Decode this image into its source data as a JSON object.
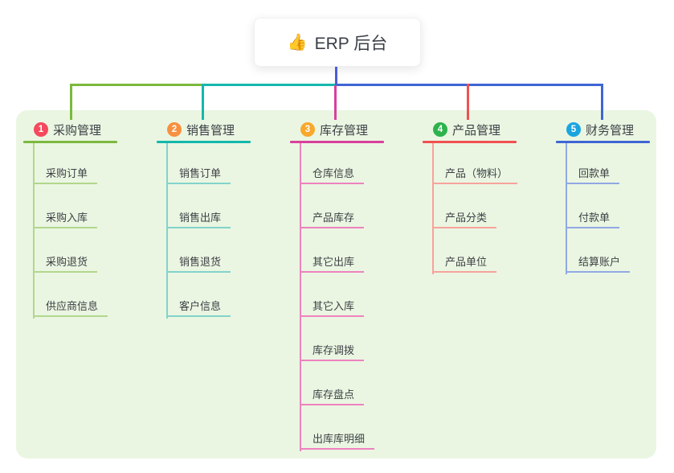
{
  "root": {
    "emoji": "👍",
    "label": "ERP 后台"
  },
  "canvas": {
    "background": "#ffffff",
    "panel_color": "#eaf6e2"
  },
  "connector_colors": {
    "root_line": "#4b5cd8"
  },
  "branches": [
    {
      "number": "1",
      "label": "采购管理",
      "colors": {
        "badge": "#f5495e",
        "line": "#7cb93e",
        "child_line": "#b2d78d"
      },
      "children": [
        "采购订单",
        "采购入库",
        "采购退货",
        "供应商信息"
      ]
    },
    {
      "number": "2",
      "label": "销售管理",
      "colors": {
        "badge": "#f8903f",
        "line": "#14b8ac",
        "child_line": "#82d3cb"
      },
      "children": [
        "销售订单",
        "销售出库",
        "销售退货",
        "客户信息"
      ]
    },
    {
      "number": "3",
      "label": "库存管理",
      "colors": {
        "badge": "#f8a82c",
        "line": "#d8409c",
        "child_line": "#ee82bf"
      },
      "children": [
        "仓库信息",
        "产品库存",
        "其它出库",
        "其它入库",
        "库存调拨",
        "库存盘点",
        "出库库明细"
      ]
    },
    {
      "number": "4",
      "label": "产品管理",
      "colors": {
        "badge": "#2eb34c",
        "line": "#f15152",
        "child_line": "#f8a29c"
      },
      "children": [
        "产品（物料）",
        "产品分类",
        "产品单位"
      ]
    },
    {
      "number": "5",
      "label": "财务管理",
      "colors": {
        "badge": "#1ba5e0",
        "line": "#3f66d4",
        "child_line": "#92a8e4"
      },
      "children": [
        "回款单",
        "付款单",
        "结算账户"
      ]
    }
  ]
}
